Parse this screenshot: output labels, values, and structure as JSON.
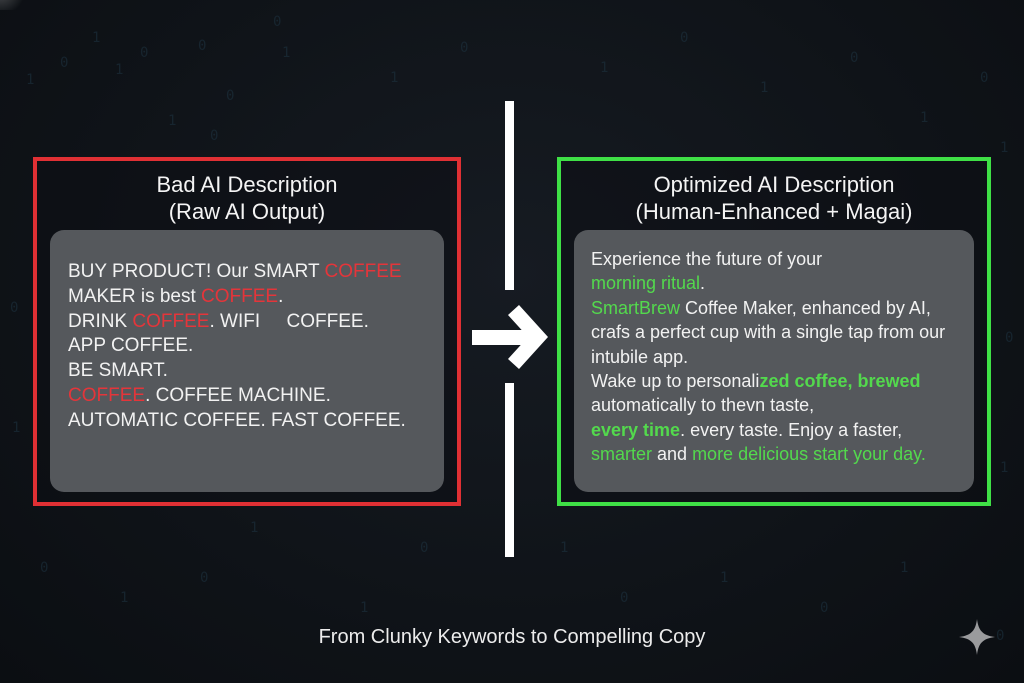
{
  "left_panel": {
    "title_line1": "Bad AI Description",
    "title_line2": "(Raw AI Output)",
    "border_color": "#e03034",
    "lines": [
      [
        {
          "t": "BUY PRODUCT! Our SMART ",
          "c": "w"
        },
        {
          "t": "COFFEE",
          "c": "r"
        }
      ],
      [
        {
          "t": "MAKER is best ",
          "c": "w"
        },
        {
          "t": "COFFEE",
          "c": "r"
        },
        {
          "t": ".",
          "c": "w"
        }
      ],
      [
        {
          "t": "DRINK ",
          "c": "w"
        },
        {
          "t": "COFFEE",
          "c": "r"
        },
        {
          "t": ". WIFI     COFFEE.",
          "c": "w"
        }
      ],
      [
        {
          "t": "APP COFFEE.",
          "c": "w"
        }
      ],
      [
        {
          "t": "BE SMART.",
          "c": "w"
        }
      ],
      [
        {
          "t": "COFFEE",
          "c": "r"
        },
        {
          "t": ". COFFEE MACHINE.",
          "c": "w"
        }
      ],
      [
        {
          "t": "AUTOMATIC COFFEE. FAST COFFEE.",
          "c": "w"
        }
      ]
    ]
  },
  "right_panel": {
    "title_line1": "Optimized AI Description",
    "title_line2": "(Human-Enhanced + Magai)",
    "border_color": "#3fe046",
    "lines": [
      [
        {
          "t": "Experience the future of your",
          "c": "w"
        }
      ],
      [
        {
          "t": "morning ritual",
          "c": "g"
        },
        {
          "t": ".",
          "c": "w"
        }
      ],
      [
        {
          "t": "SmartBrew",
          "c": "g"
        },
        {
          "t": " Coffee Maker, enhanced by AI,",
          "c": "w"
        }
      ],
      [
        {
          "t": "crafs a perfect cup with a single tap from our",
          "c": "w"
        }
      ],
      [
        {
          "t": "intubile app.",
          "c": "w"
        }
      ],
      [
        {
          "t": "Wake up to personali",
          "c": "w"
        },
        {
          "t": "zed coffee, brewed",
          "c": "gb"
        }
      ],
      [
        {
          "t": "automatically to thevn taste,",
          "c": "w"
        }
      ],
      [
        {
          "t": "every time",
          "c": "gb"
        },
        {
          "t": ". every taste. Enjoy a faster,",
          "c": "w"
        }
      ],
      [
        {
          "t": "smarter",
          "c": "g"
        },
        {
          "t": " and ",
          "c": "w"
        },
        {
          "t": "more delicious start your day.",
          "c": "g"
        }
      ]
    ]
  },
  "center": {
    "icon": "arrow-right-icon"
  },
  "caption": "From Clunky Keywords to Compelling Copy",
  "corner_icon": "sparkle-icon",
  "colors": {
    "highlight_bad": "#e4353a",
    "highlight_good": "#53d94d",
    "inner_panel": "#55585c",
    "background": "#0f1318"
  }
}
